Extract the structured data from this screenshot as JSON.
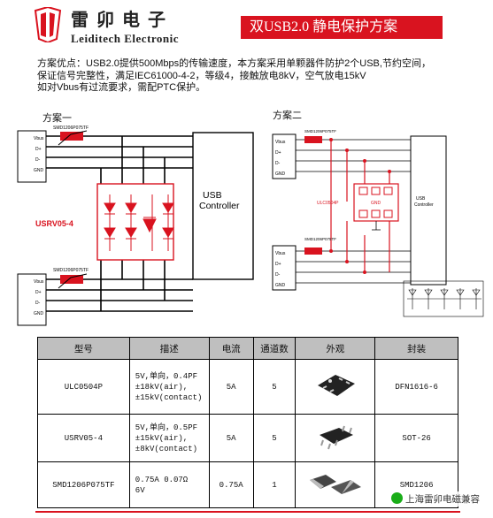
{
  "header": {
    "brand_cn": "雷卯电子",
    "brand_en": "Leiditech Electronic",
    "title": "双USB2.0 静电保护方案",
    "brand_color": "#d9131f"
  },
  "description": {
    "line1": "方案优点：USB2.0提供500Mbps的传输速度，本方案采用单颗器件防护2个USB,节约空间，",
    "line2": "保证信号完整性，满足IEC61000-4-2，等级4，接触放电8kV，空气放电15kV",
    "line3": "如对Vbus有过流要求，需配PTC保护。"
  },
  "scheme1": {
    "label": "方案一",
    "ptc_top": "SMD1206P075TF",
    "ptc_bottom": "SMD1206P075TF",
    "part": "USRV05-4",
    "controller": "USB\nController",
    "pins": [
      "Vbus",
      "D+",
      "D-",
      "GND"
    ]
  },
  "scheme2": {
    "label": "方案二",
    "ptc_top": "SMD1206P075TF",
    "ptc_bottom": "SMD1206P075TF",
    "part": "ULC0504P",
    "controller": "USB\nController",
    "gnd": "GND",
    "pins": [
      "Vbus",
      "D+",
      "D-",
      "GND"
    ]
  },
  "table": {
    "headers": [
      "型号",
      "描述",
      "电流",
      "通道数",
      "外观",
      "封装"
    ],
    "rows": [
      {
        "model": "ULC0504P",
        "desc": [
          "5V,单向，0.4PF",
          "±18kV(air),",
          "±15kV(contact)"
        ],
        "current": "5A",
        "channels": "5",
        "package": "DFN1616-6"
      },
      {
        "model": "USRV05-4",
        "desc": [
          "5V,单向，0.5PF",
          "±15kV(air),",
          "±8kV(contact)"
        ],
        "current": "5A",
        "channels": "5",
        "package": "SOT-26"
      },
      {
        "model": "SMD1206P075TF",
        "desc": [
          "0.75A  0.07Ω",
          "6V"
        ],
        "current": "0.75A",
        "channels": "1",
        "package": "SMD1206"
      }
    ]
  },
  "watermark": "上海雷卯电磁兼容"
}
